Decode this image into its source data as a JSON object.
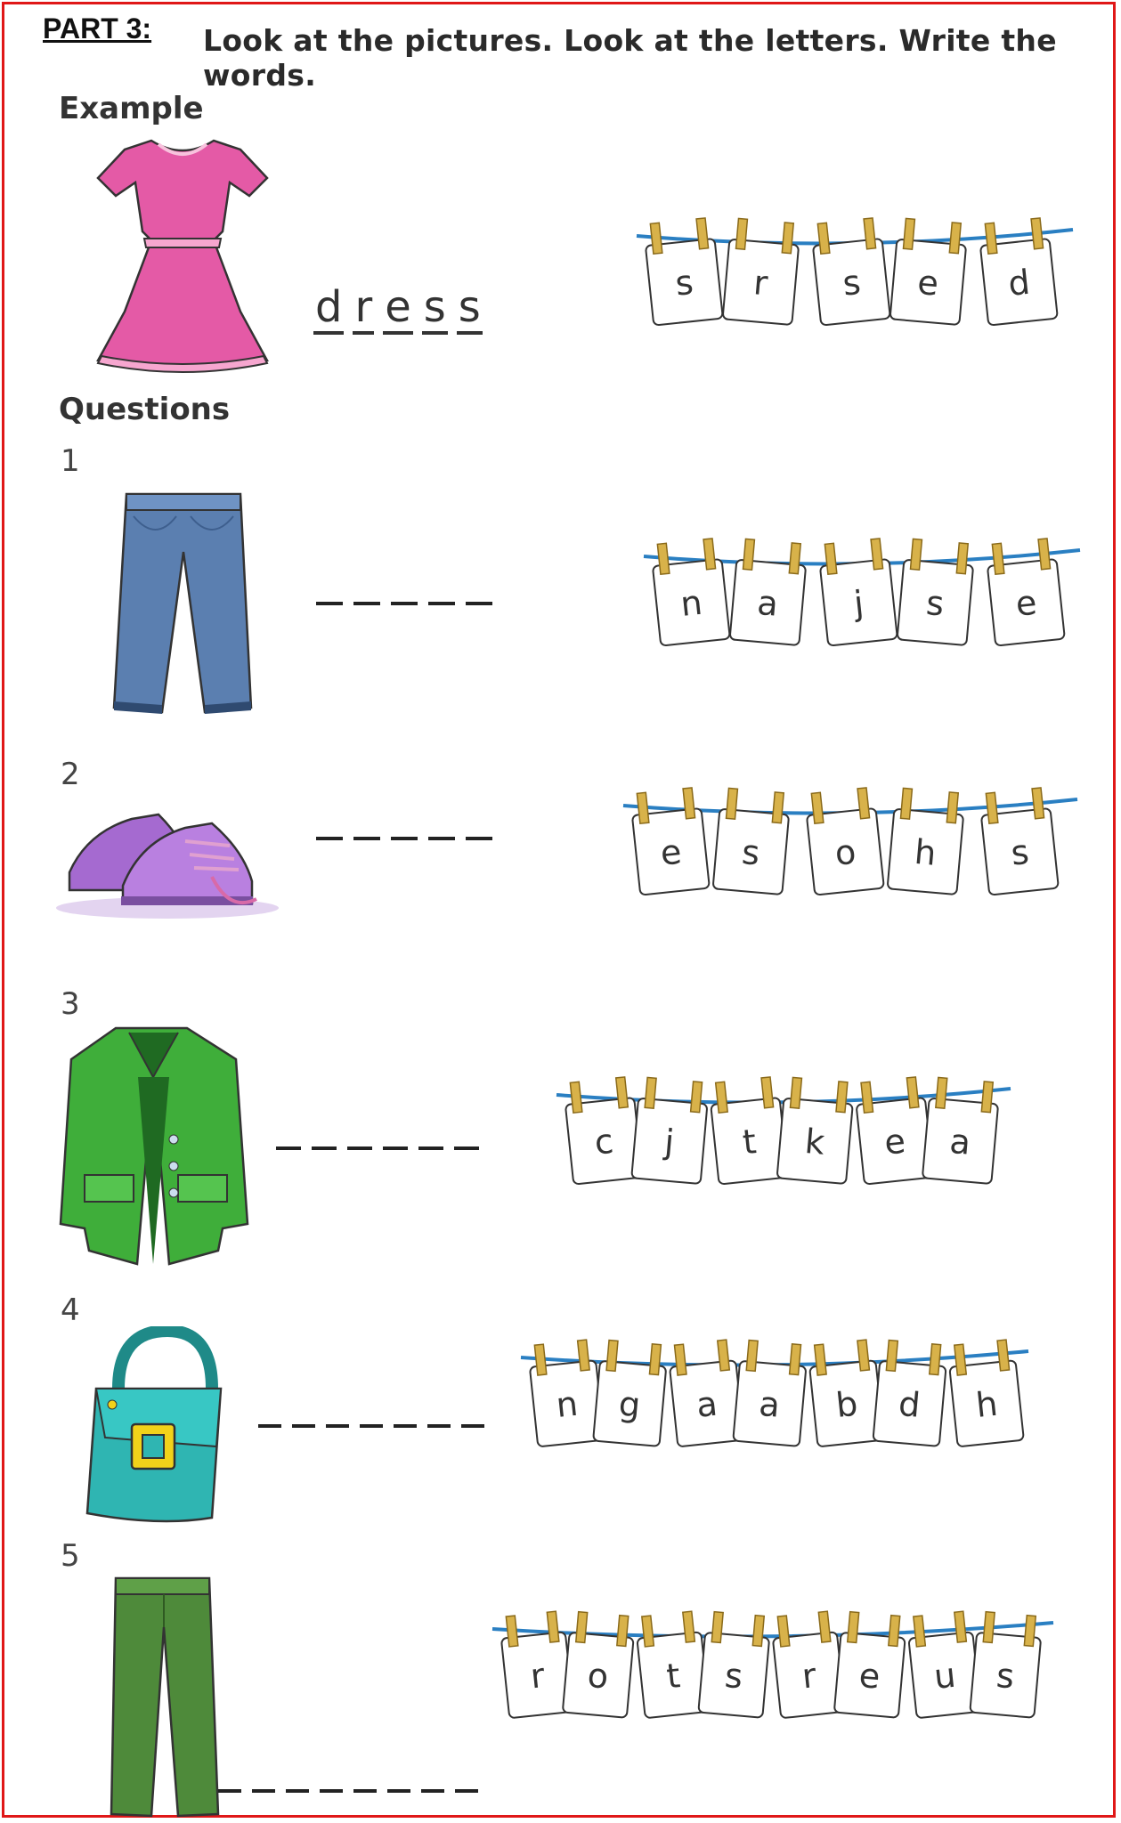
{
  "header": {
    "part_label": "PART 3:",
    "instruction": "Look at the pictures. Look at the letters. Write the words."
  },
  "example": {
    "heading": "Example",
    "picture": "dress",
    "answer_letters": [
      "d",
      "r",
      "e",
      "s",
      "s"
    ],
    "scrambled": [
      "s",
      "r",
      "s",
      "e",
      "d"
    ]
  },
  "questions_heading": "Questions",
  "questions": [
    {
      "number": "1",
      "picture": "jeans",
      "blanks": 5,
      "scrambled": [
        "n",
        "a",
        "j",
        "s",
        "e"
      ]
    },
    {
      "number": "2",
      "picture": "shoes",
      "blanks": 5,
      "scrambled": [
        "e",
        "s",
        "o",
        "h",
        "s"
      ]
    },
    {
      "number": "3",
      "picture": "jacket",
      "blanks": 6,
      "scrambled": [
        "c",
        "j",
        "t",
        "k",
        "e",
        "a"
      ]
    },
    {
      "number": "4",
      "picture": "handbag",
      "blanks": 7,
      "scrambled": [
        "n",
        "g",
        "a",
        "a",
        "b",
        "d",
        "h"
      ]
    },
    {
      "number": "5",
      "picture": "trousers",
      "blanks": 8,
      "scrambled": [
        "r",
        "o",
        "t",
        "s",
        "r",
        "e",
        "u",
        "s"
      ]
    }
  ],
  "colors": {
    "border": "#e01818",
    "dress": "#e45aa6",
    "jeans": "#5b7fb0",
    "shoes": "#a56ad0",
    "jacket": "#3fae3a",
    "bag": "#2fb5b2",
    "trousers": "#4e8a3a",
    "peg": "#d8b24a",
    "string": "#2a7fc2"
  }
}
